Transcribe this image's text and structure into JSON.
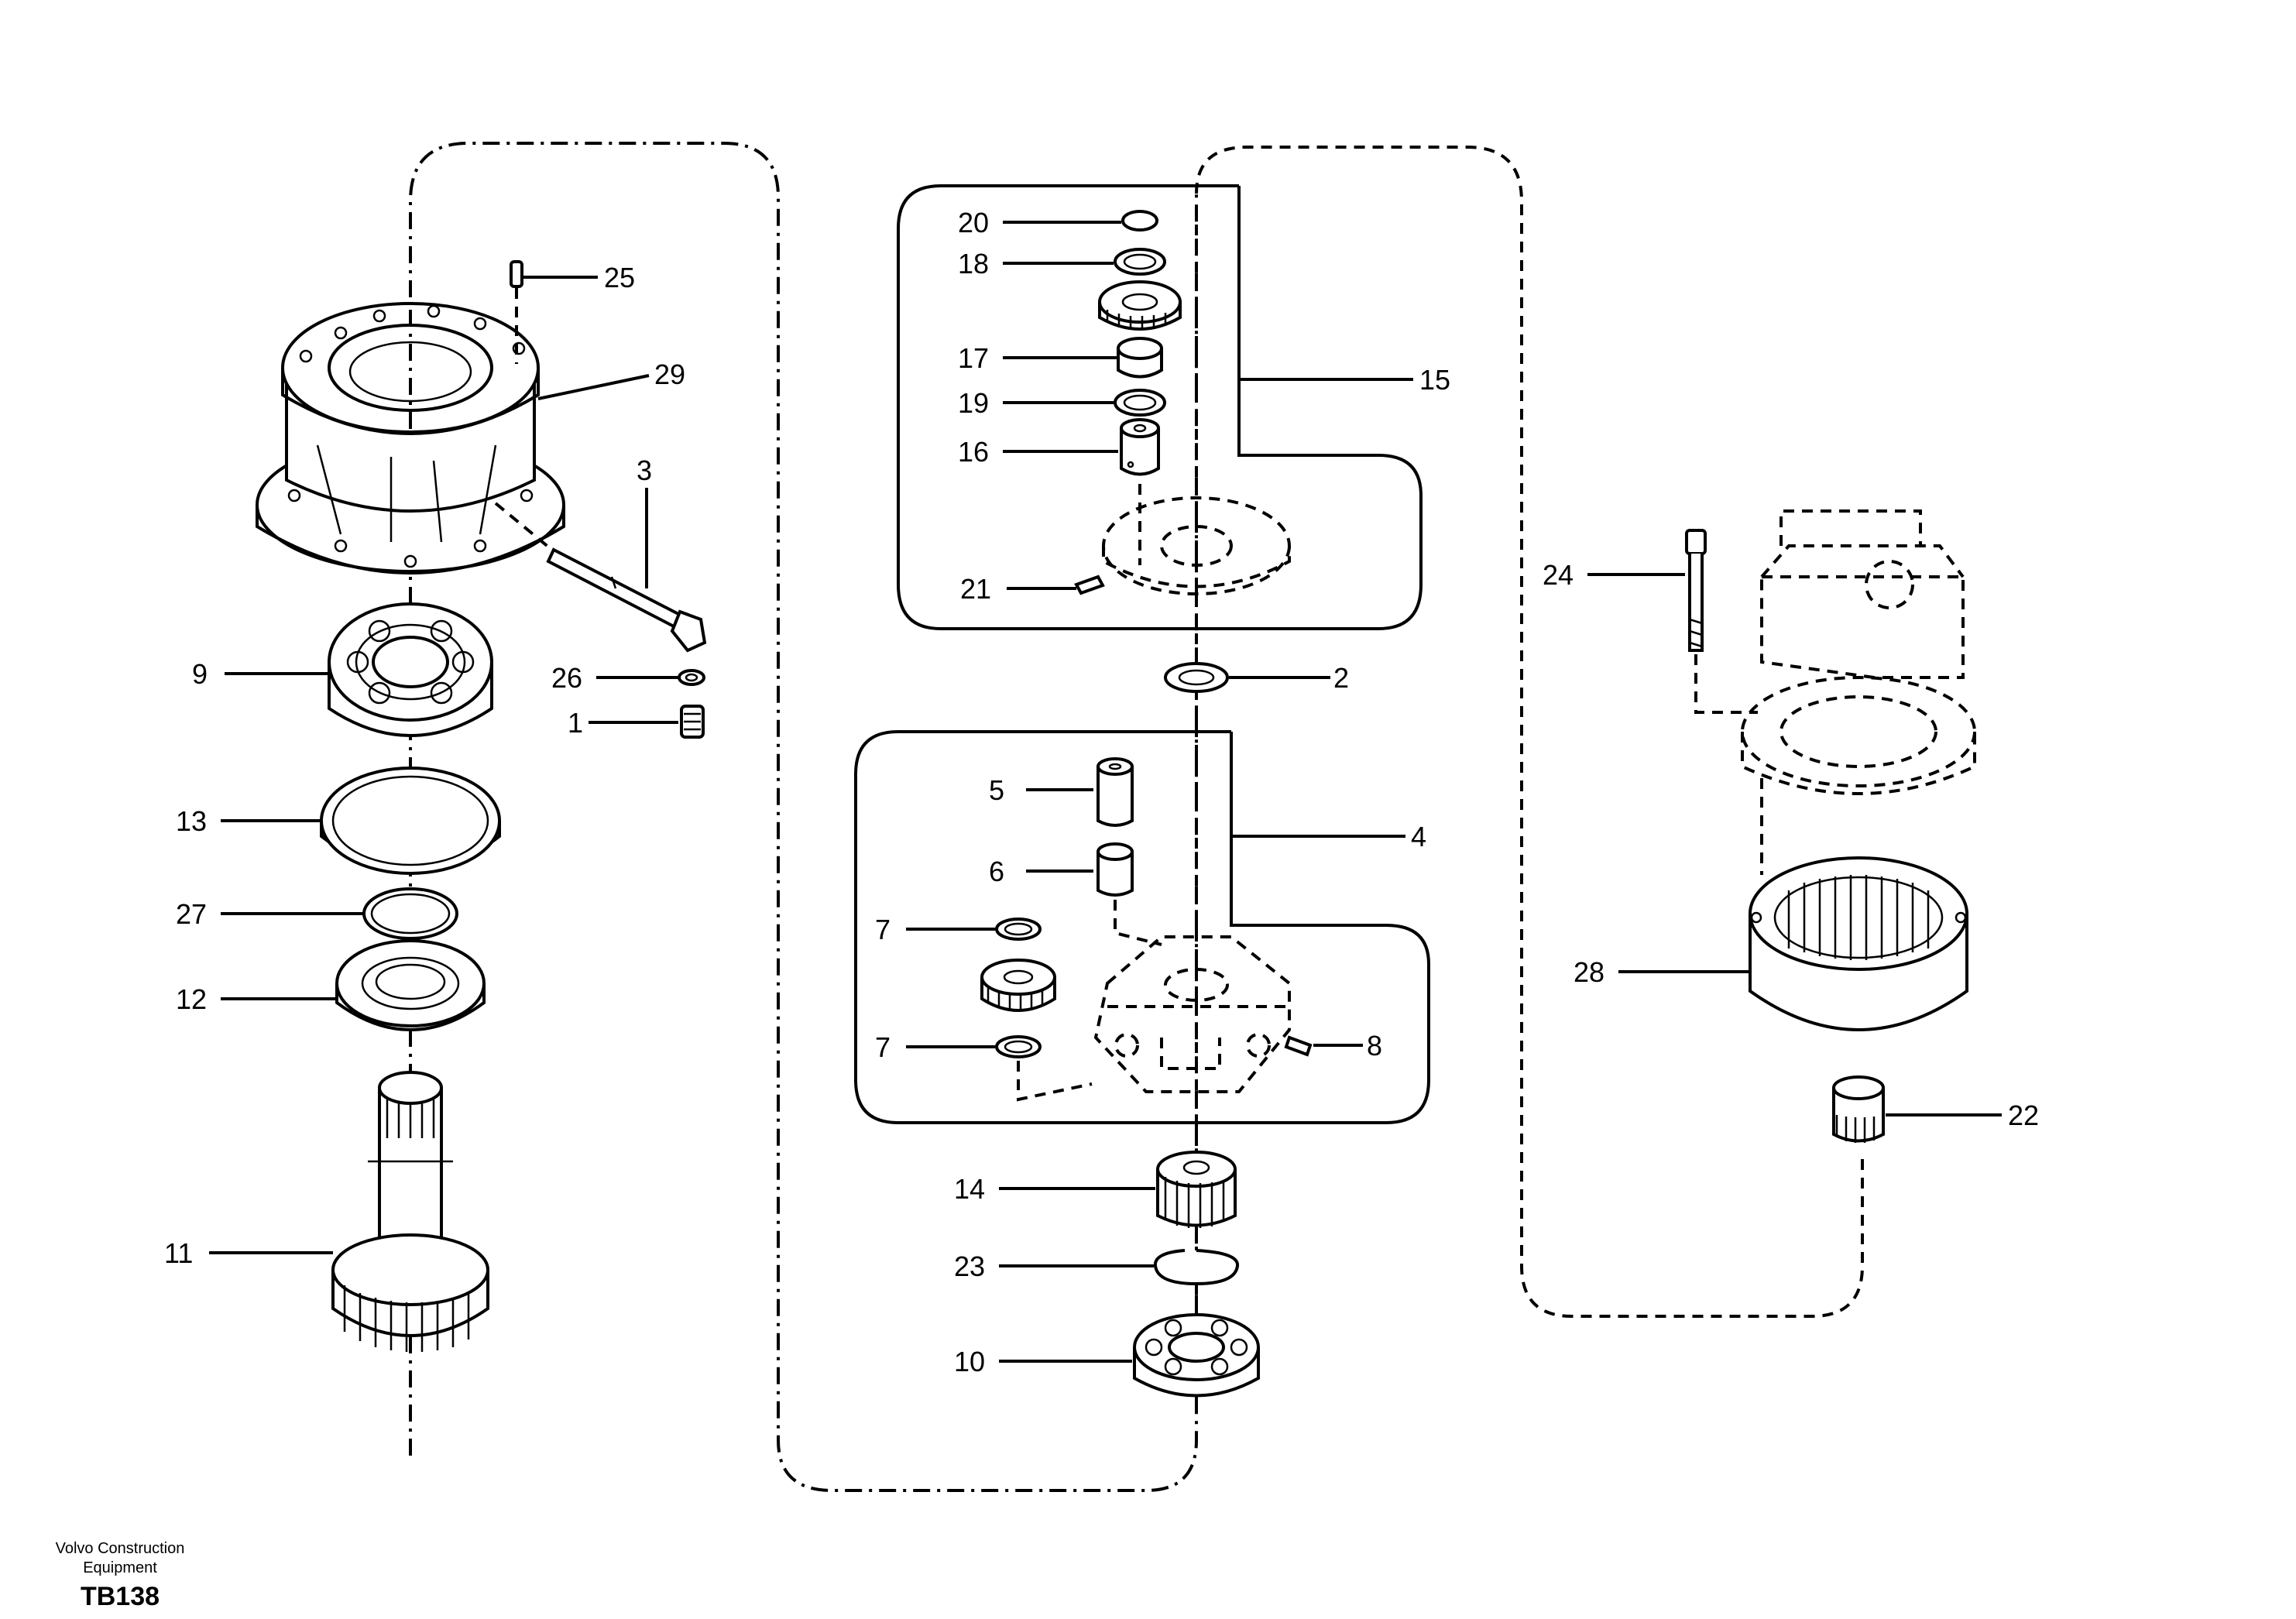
{
  "labels": {
    "p1": "1",
    "p2": "2",
    "p3": "3",
    "p4": "4",
    "p5": "5",
    "p6": "6",
    "p7a": "7",
    "p7b": "7",
    "p8": "8",
    "p9": "9",
    "p10": "10",
    "p11": "11",
    "p12": "12",
    "p13": "13",
    "p14": "14",
    "p15": "15",
    "p16": "16",
    "p17": "17",
    "p18": "18",
    "p19": "19",
    "p20": "20",
    "p21": "21",
    "p22": "22",
    "p23": "23",
    "p24": "24",
    "p25": "25",
    "p26": "26",
    "p27": "27",
    "p28": "28",
    "p29": "29"
  },
  "footer": {
    "company": "Volvo Construction\nEquipment",
    "code": "TB138"
  }
}
